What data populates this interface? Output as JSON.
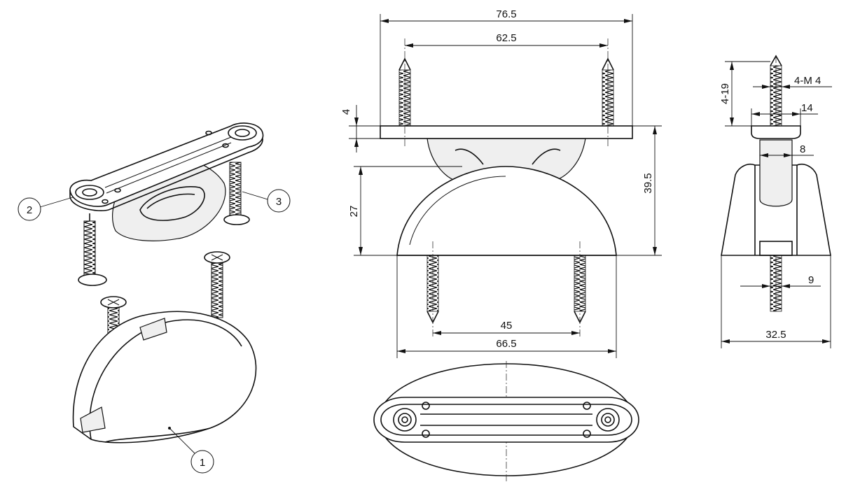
{
  "dimensions": {
    "overall_width": "76.5",
    "screw_spacing_top": "62.5",
    "plate_thickness": "4",
    "body_height": "27",
    "total_height": "39.5",
    "screw_spacing_bottom": "45",
    "base_width": "66.5",
    "screw_length": "4-19",
    "thread": "4-M 4",
    "head_diameter": "14",
    "shank_diameter": "8",
    "slot_width": "9",
    "depth": "32.5"
  },
  "callouts": {
    "part_1": "1",
    "part_2": "2",
    "part_3": "3"
  }
}
